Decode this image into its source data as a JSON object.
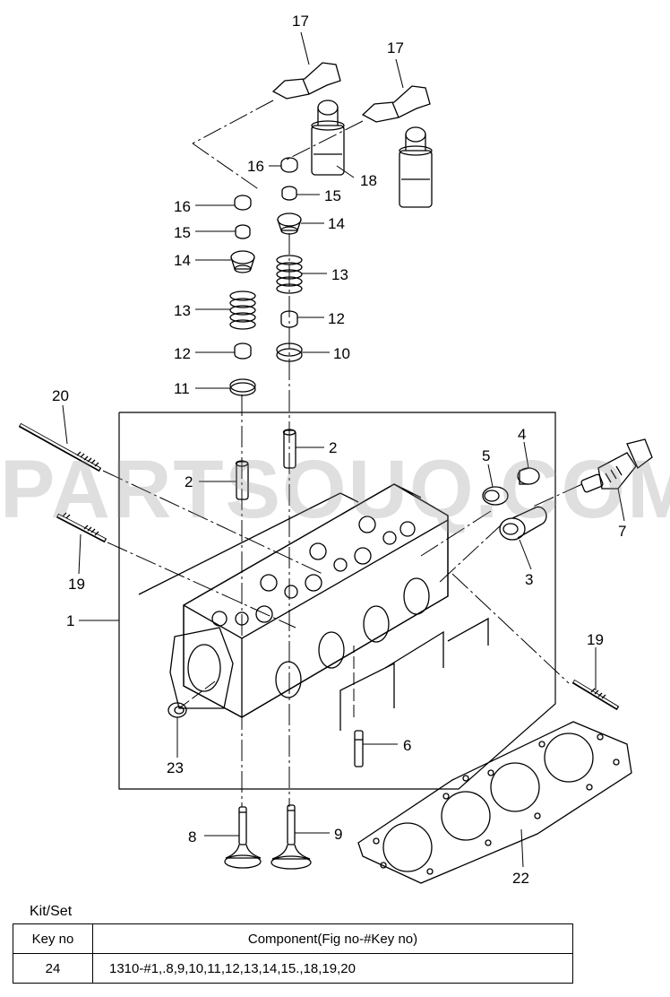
{
  "watermark": "PARTSOUQ.COM",
  "callouts": [
    {
      "key": "17a",
      "label": "17"
    },
    {
      "key": "17b",
      "label": "17"
    },
    {
      "key": "16a",
      "label": "16"
    },
    {
      "key": "16b",
      "label": "16"
    },
    {
      "key": "18",
      "label": "18"
    },
    {
      "key": "15a",
      "label": "15"
    },
    {
      "key": "15b",
      "label": "15"
    },
    {
      "key": "14a",
      "label": "14"
    },
    {
      "key": "14b",
      "label": "14"
    },
    {
      "key": "13a",
      "label": "13"
    },
    {
      "key": "13b",
      "label": "13"
    },
    {
      "key": "12a",
      "label": "12"
    },
    {
      "key": "12b",
      "label": "12"
    },
    {
      "key": "11",
      "label": "11"
    },
    {
      "key": "10",
      "label": "10"
    },
    {
      "key": "20",
      "label": "20"
    },
    {
      "key": "2a",
      "label": "2"
    },
    {
      "key": "2b",
      "label": "2"
    },
    {
      "key": "5",
      "label": "5"
    },
    {
      "key": "4",
      "label": "4"
    },
    {
      "key": "7",
      "label": "7"
    },
    {
      "key": "3",
      "label": "3"
    },
    {
      "key": "19a",
      "label": "19"
    },
    {
      "key": "19b",
      "label": "19"
    },
    {
      "key": "1",
      "label": "1"
    },
    {
      "key": "6",
      "label": "6"
    },
    {
      "key": "23",
      "label": "23"
    },
    {
      "key": "8",
      "label": "8"
    },
    {
      "key": "9",
      "label": "9"
    },
    {
      "key": "22",
      "label": "22"
    }
  ],
  "kit": {
    "title": "Kit/Set",
    "headers": {
      "key_no": "Key no",
      "component": "Component(Fig no-#Key no)"
    },
    "rows": [
      {
        "key_no": "24",
        "component": "1310-#1,.8,9,10,11,12,13,14,15.,18,19,20"
      }
    ]
  }
}
